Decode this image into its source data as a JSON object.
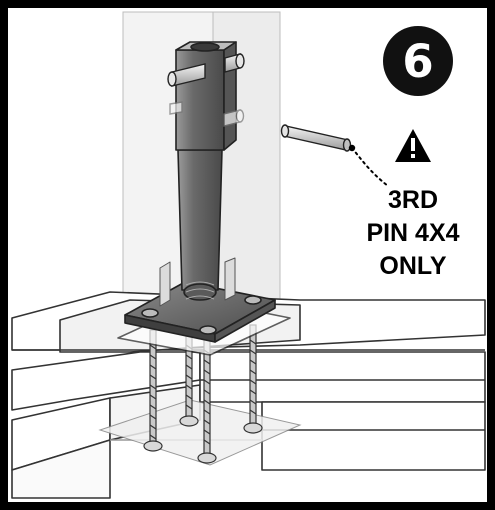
{
  "step": {
    "number": "6"
  },
  "note": {
    "icon": "warning-triangle-icon",
    "line1": "3RD",
    "line2": "PIN 4X4",
    "line3": "ONLY"
  },
  "colors": {
    "border": "#000000",
    "badge": "#111111",
    "badge_text": "#ffffff",
    "post": "#7a7a7a",
    "base_plate": "#6e6e6e",
    "wood": "#e9e9e9",
    "line": "#333333"
  }
}
